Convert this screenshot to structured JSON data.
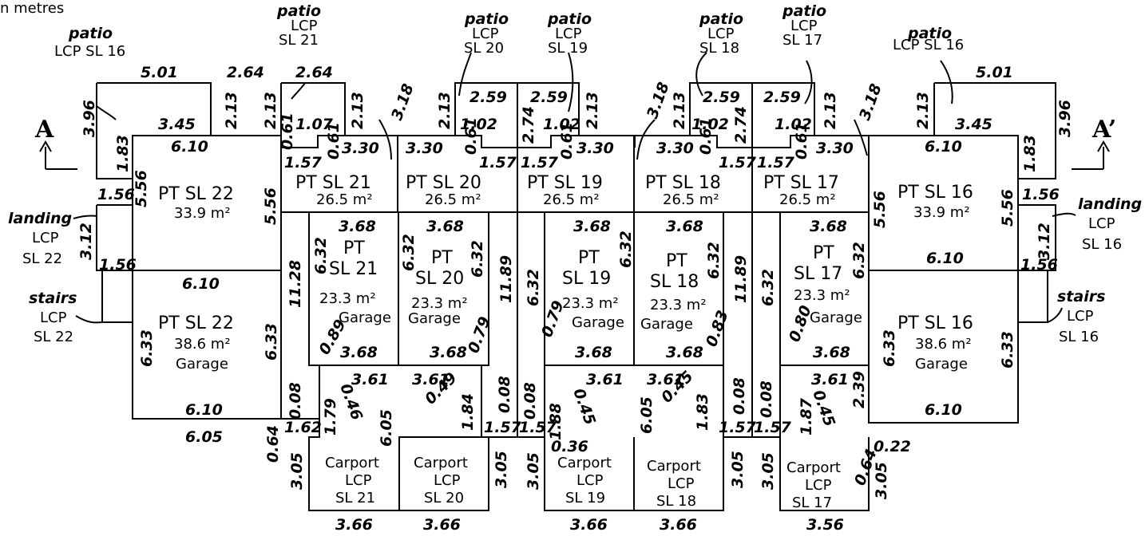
{
  "units_caption": "n metres",
  "section": {
    "left": "A",
    "right": "A’"
  },
  "notes": {
    "patio": "patio",
    "landing": "landing",
    "stairs": "stairs",
    "lcp": "LCP",
    "lcp_sl16": "LCP SL 16",
    "sl16": "SL 16",
    "sl17": "SL 17",
    "sl18": "SL 18",
    "sl19": "SL 19",
    "sl20": "SL 20",
    "sl21": "SL 21",
    "sl22": "SL 22"
  },
  "lots": {
    "pt_sl22": "PT SL 22",
    "pt_sl21": "PT SL 21",
    "pt_sl20": "PT SL 20",
    "pt_sl19": "PT SL 19",
    "pt_sl18": "PT SL 18",
    "pt_sl17": "PT SL 17",
    "pt_sl16": "PT SL 16",
    "pt": "PT",
    "sl21": "SL 21",
    "sl20": "SL 20",
    "sl19": "SL 19",
    "sl18": "SL 18",
    "sl17": "SL 17"
  },
  "areas": {
    "a339": "33.9 m²",
    "a386": "38.6 m²",
    "a265": "26.5 m²",
    "a233": "23.3 m²"
  },
  "uses": {
    "garage": "Garage",
    "carport": "Carport"
  },
  "dims": {
    "d501": "5.01",
    "d264": "2.64",
    "d213": "2.13",
    "d345": "3.45",
    "d396": "3.96",
    "d183": "1.83",
    "d610": "6.10",
    "d061": "0.61",
    "d107": "1.07",
    "d318": "3.18",
    "d330": "3.30",
    "d157": "1.57",
    "d259": "2.59",
    "d102": "1.02",
    "d274": "2.74",
    "d156": "1.56",
    "d556": "5.56",
    "d312": "3.12",
    "d368": "3.68",
    "d632": "6.32",
    "d1128": "11.28",
    "d1189": "11.89",
    "d633": "6.33",
    "d089": "0.89",
    "d079": "0.79",
    "d083": "0.83",
    "d080": "0.80",
    "d008": "0.08",
    "d361": "3.61",
    "d046": "0.46",
    "d049": "0.49",
    "d045": "0.45",
    "d179": "1.79",
    "d184": "1.84",
    "d188": "1.88",
    "d183b": "1.83",
    "d187": "1.87",
    "d239": "2.39",
    "d605": "6.05",
    "d162": "1.62",
    "d064": "0.64",
    "d036": "0.36",
    "d022": "0.22",
    "d305": "3.05",
    "d366": "3.66",
    "d356": "3.56"
  }
}
